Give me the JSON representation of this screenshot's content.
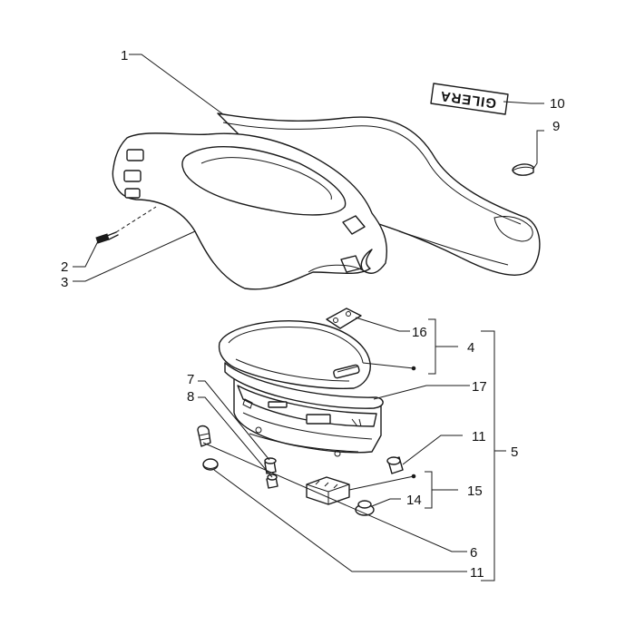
{
  "brand_label": "GILERA",
  "callouts": {
    "c1": "1",
    "c2": "2",
    "c3": "3",
    "c4": "4",
    "c5": "5",
    "c6": "6",
    "c7": "7",
    "c8": "8",
    "c9": "9",
    "c10": "10",
    "c11a": "11",
    "c11b": "11",
    "c14": "14",
    "c15": "15",
    "c16": "16",
    "c17": "17"
  }
}
